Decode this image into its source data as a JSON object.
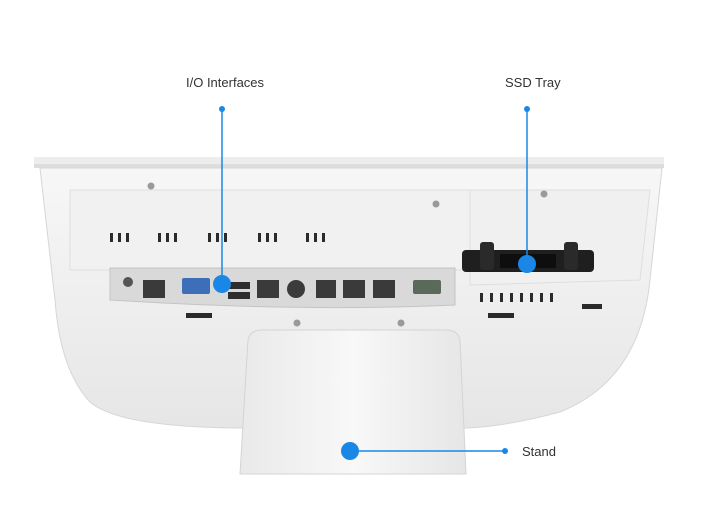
{
  "labels": {
    "io": "I/O Interfaces",
    "ssd": "SSD Tray",
    "stand": "Stand"
  },
  "colors": {
    "accent": "#1a87e6",
    "device_body": "#f4f4f4",
    "port_panel": "#dcdcdc",
    "dark": "#333333"
  }
}
